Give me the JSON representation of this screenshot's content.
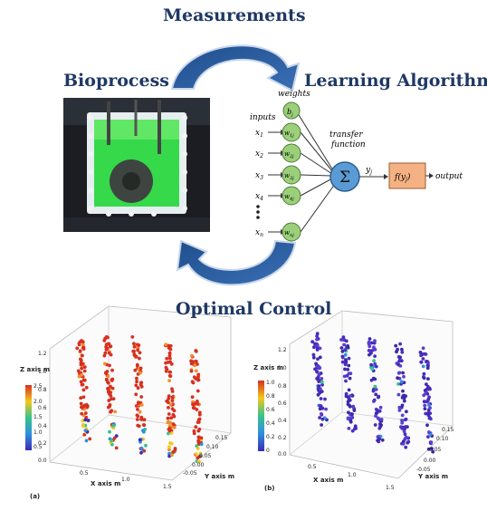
{
  "titles": {
    "measurements": "Measurements",
    "bioprocess": "Bioprocess",
    "learning": "Learning Algorithm",
    "optimal": "Optimal Control"
  },
  "colors": {
    "title": "#1f3864",
    "arrow": "#2f5597",
    "node": "#9bcf7a",
    "sum": "#5b9bd5",
    "func": "#f4b183"
  },
  "network": {
    "weights_label": "weights",
    "inputs_label": "inputs",
    "transfer_label_1": "transfer",
    "transfer_label_2": "function",
    "bias": "b",
    "bias_sub": "j",
    "inputs": [
      {
        "x": "x",
        "sub": "1",
        "w": "w",
        "wsub": "1j"
      },
      {
        "x": "x",
        "sub": "2",
        "w": "w",
        "wsub": "2j"
      },
      {
        "x": "x",
        "sub": "3",
        "w": "w",
        "wsub": "3j"
      },
      {
        "x": "x",
        "sub": "4",
        "w": "w",
        "wsub": "4j"
      },
      {
        "x": "x",
        "sub": "n",
        "w": "w",
        "wsub": "nj"
      }
    ],
    "sum_symbol": "Σ",
    "y": "y",
    "y_sub": "j",
    "f_label": "f(y",
    "f_sub": "j",
    "f_close": ")",
    "output": "output"
  },
  "plot_a": {
    "panel": "(a)",
    "zlabel": "Z axis m",
    "xlabel": "X axis m",
    "ylabel": "Y axis m",
    "colorbar": [
      "2.5",
      "2.0",
      "1.5",
      "1.0",
      "0.5"
    ],
    "zticks": [
      "1.2",
      "1.0",
      "0.8",
      "0.6",
      "0.4",
      "0.2",
      "0.0"
    ],
    "xticks": [
      "0.5",
      "1.0",
      "1.5"
    ],
    "yticks": [
      "0.15",
      "0.10",
      "0.05",
      "0.00",
      "-0.05"
    ]
  },
  "plot_b": {
    "panel": "(b)",
    "zlabel": "Z axis m",
    "xlabel": "X axis m",
    "ylabel": "Y axis m",
    "colorbar": [
      "1.0",
      "0.8",
      "0.6",
      "0.4",
      "0.2",
      "0"
    ],
    "zticks": [
      "1.2",
      "1.0",
      "0.8",
      "0.6",
      "0.4",
      "0.2",
      "0.0"
    ],
    "xticks": [
      "0.5",
      "1.0",
      "1.5"
    ],
    "yticks": [
      "0.15",
      "0.10",
      "0.05",
      "0.00",
      "-0.05"
    ]
  }
}
